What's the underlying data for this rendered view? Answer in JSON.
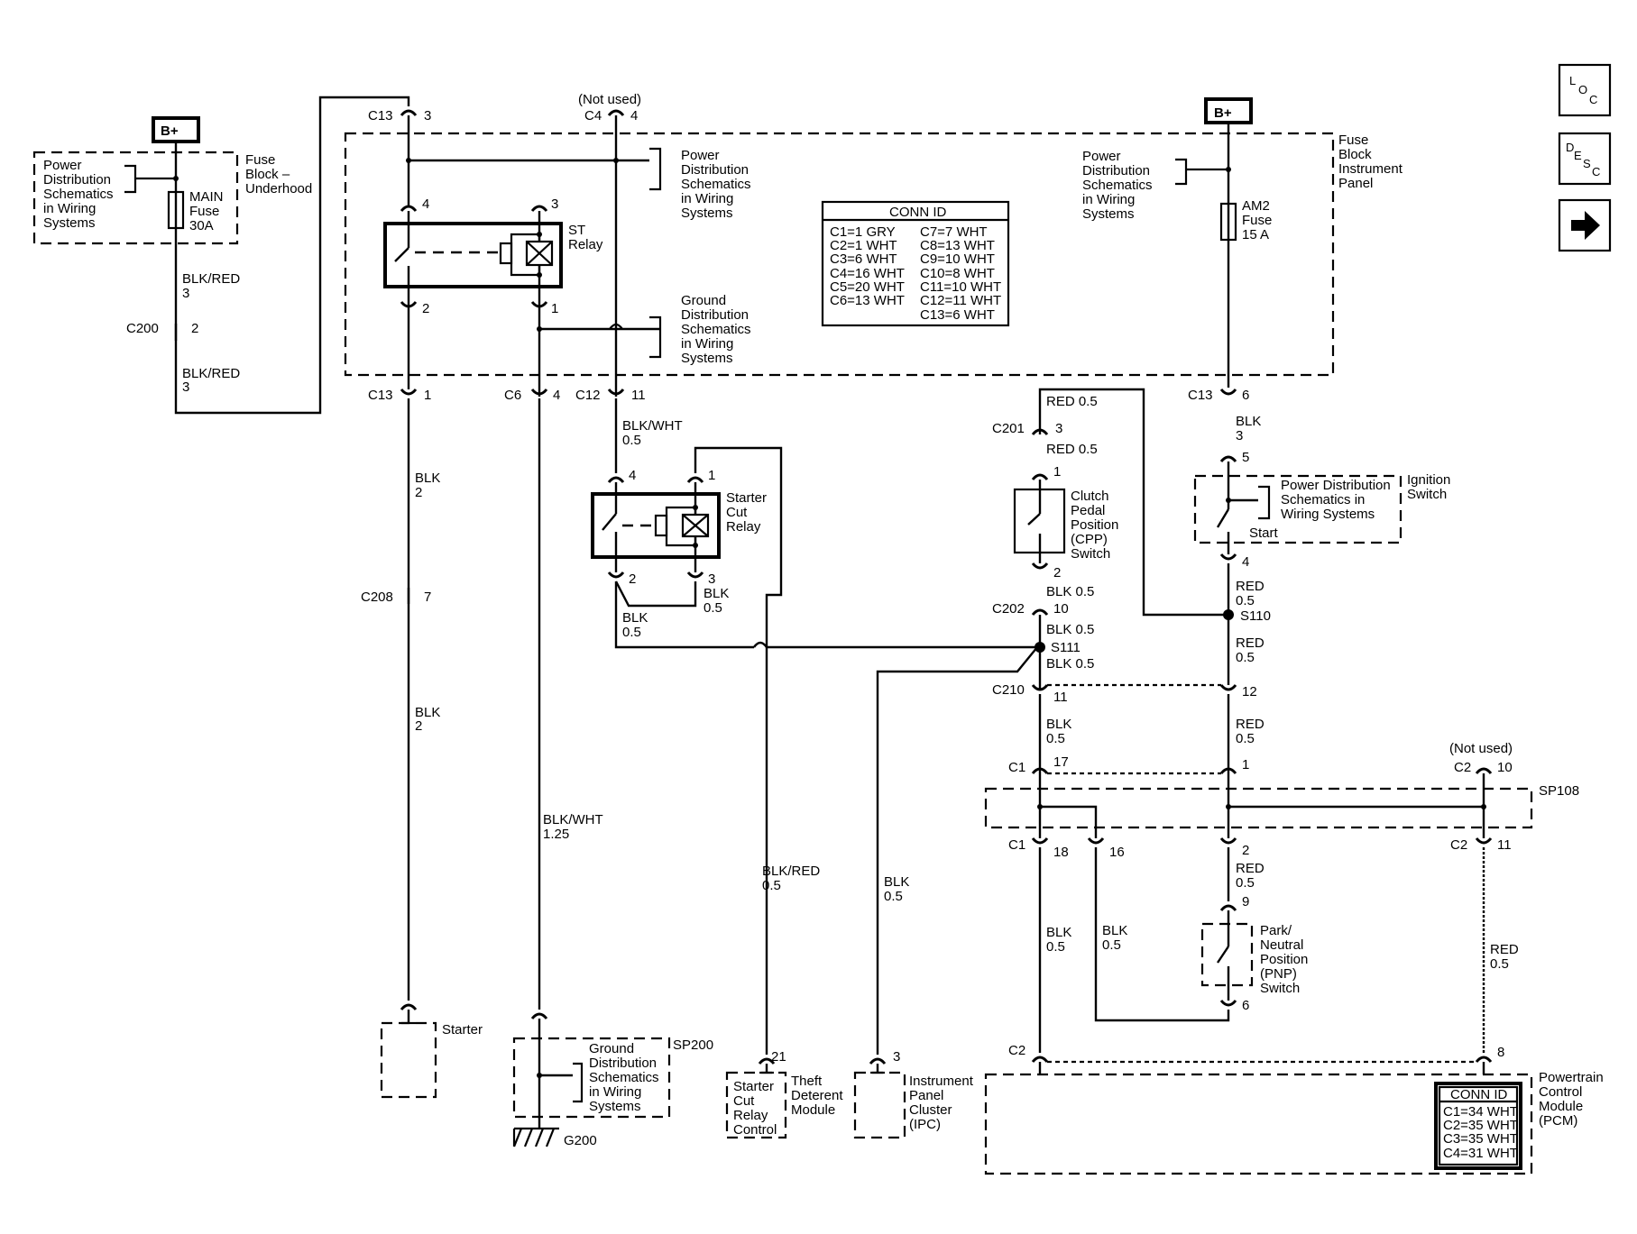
{
  "labels": {
    "b_plus": "B+",
    "power_dist_schem_1": "Power Distribution Schematics in Wiring Systems",
    "main_fuse": "MAIN Fuse 30A",
    "fuse_block_underhood": "Fuse Block – Underhood",
    "blk_red": "BLK/RED",
    "three": "3",
    "c200": "C200",
    "two": "2",
    "c13": "C13",
    "not_used": "(Not used)",
    "c4": "C4",
    "four": "4",
    "power_dist_schem_2": "Power Distribution Schematics in Wiring Systems",
    "ground_dist_schem_1": "Ground Distribution Schematics in Wiring Systems",
    "st_relay": "ST Relay",
    "one": "1",
    "c6": "C6",
    "c12": "C12",
    "eleven": "11",
    "blk": "BLK",
    "c208": "C208",
    "seven": "7",
    "blk_wht": "BLK/WHT",
    "v025": "1.25",
    "v05": "0.5",
    "starter_cut_relay": "Starter Cut Relay",
    "conn_id": "CONN ID",
    "conn_ids": [
      "C1=1 GRY",
      "C2=1 WHT",
      "C3=6 WHT",
      "C4=16 WHT",
      "C5=20 WHT",
      "C6=13 WHT"
    ],
    "conn_ids_b": [
      "C7=7 WHT",
      "C8=13 WHT",
      "C9=10 WHT",
      "C10=8 WHT",
      "C11=10 WHT",
      "C12=11 WHT",
      "C13=6 WHT"
    ],
    "power_dist_schem_3": "Power Distribution Schematics in Wiring Systems",
    "am2_fuse": "AM2 Fuse 15 A",
    "fuse_block_ip": "Fuse Block Instrument Panel",
    "six": "6",
    "red05": "RED 0.5",
    "c201": "C201",
    "clutch_switch": "Clutch Pedal Position (CPP) Switch",
    "blk05": "BLK 0.5",
    "c202": "C202",
    "ten": "10",
    "s111": "S111",
    "s110": "S110",
    "red": "RED",
    "five": "5",
    "ignition_switch": "Ignition Switch",
    "power_dist_schem_4": "Power Distribution Schematics in Wiring Systems",
    "start": "Start",
    "c210": "C210",
    "twelve": "12",
    "c1": "C1",
    "seventeen": "17",
    "c2": "C2",
    "sp108": "SP108",
    "eighteen": "18",
    "sixteen": "16",
    "nine": "9",
    "pnp_switch": "Park/ Neutral Position (PNP) Switch",
    "eight": "8",
    "twentyone": "21",
    "starter": "Starter",
    "sp200": "SP200",
    "ground_dist_schem_2": "Ground Distribution Schematics in Wiring Systems",
    "g200": "G200",
    "starter_cut_relay_control": "Starter Cut Relay Control",
    "theft_module": "Theft Deterent Module",
    "ipc": "Instrument Panel Cluster (IPC)",
    "pcm": "Powertrain Control Module (PCM)",
    "pcm_conn_ids": [
      "C1=34 WHT",
      "C2=35 WHT",
      "C3=35 WHT",
      "C4=31 WHT"
    ]
  },
  "nav": {
    "loc": "LOC",
    "desc": "DESC",
    "next_arrow": "→"
  }
}
